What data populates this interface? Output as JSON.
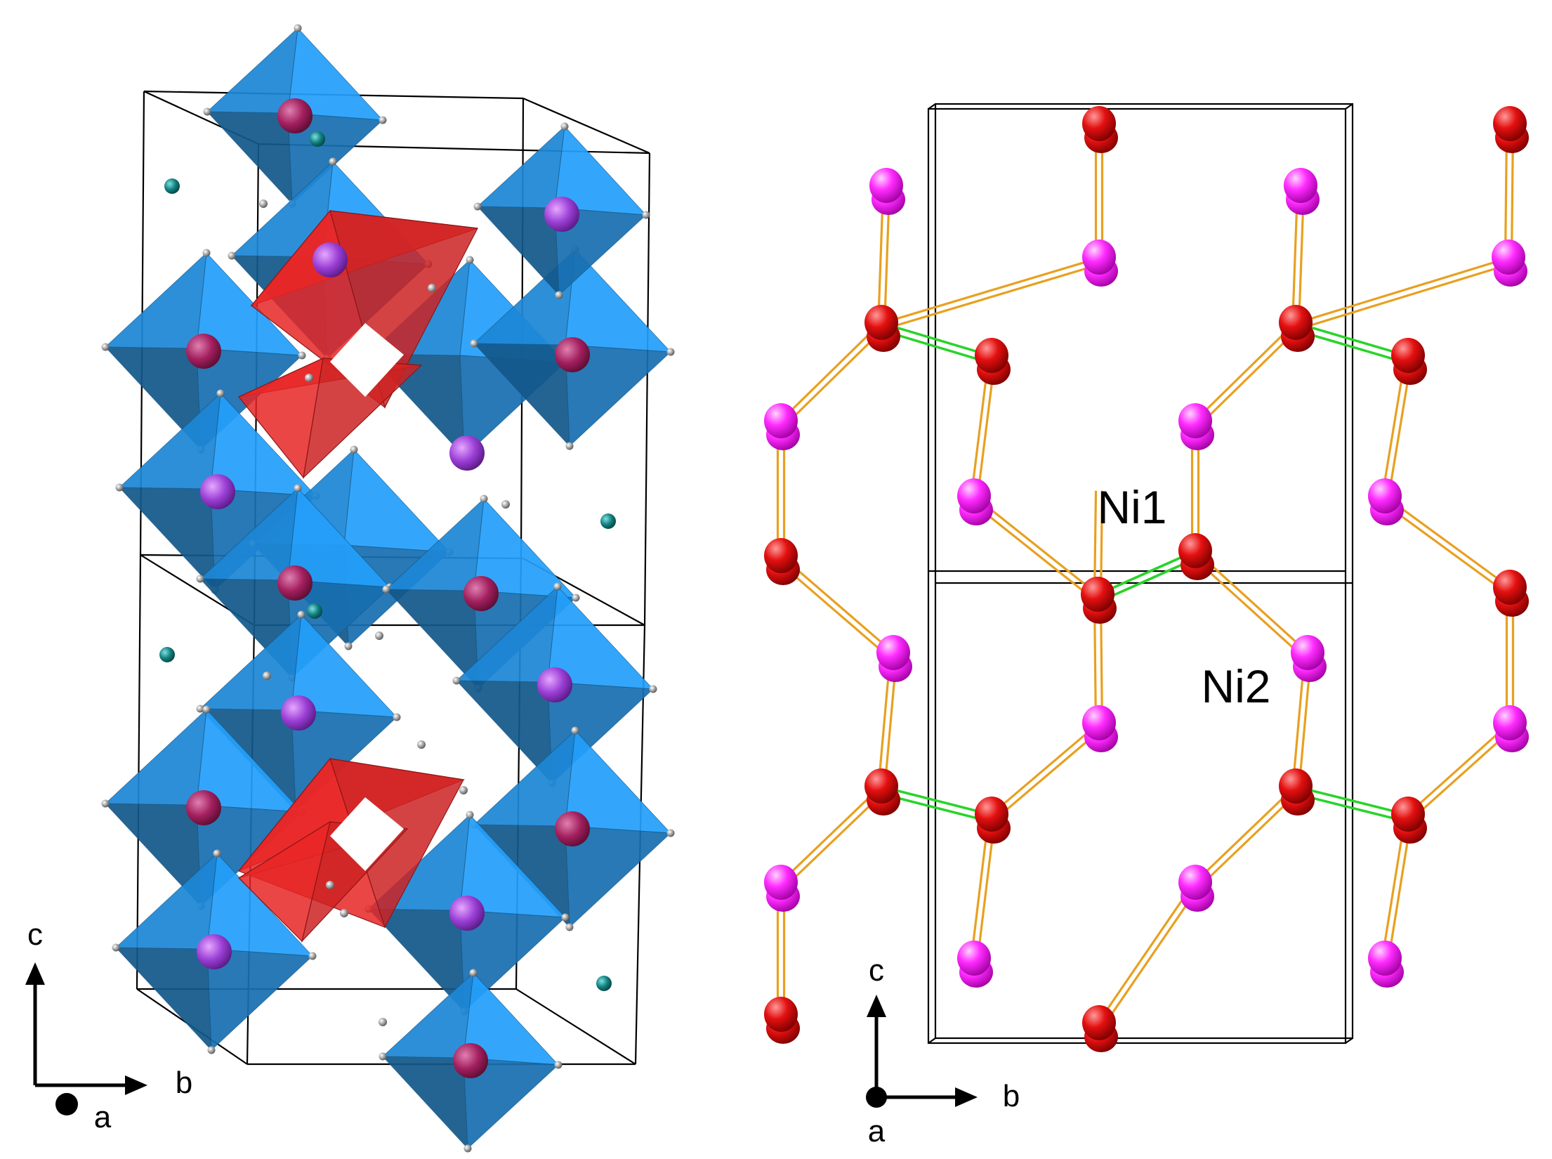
{
  "left_panel": {
    "axes": {
      "vertical": "c",
      "horizontal": "b",
      "out_of_plane": "a"
    }
  },
  "right_panel": {
    "axes": {
      "vertical": "c",
      "horizontal": "b",
      "out_of_plane": "a"
    },
    "site_labels": {
      "site_1": "Ni1",
      "site_2": "Ni2"
    }
  },
  "colors": {
    "octahedra": "#1f8ee0",
    "tetrahedra": "#ff2a2a",
    "octahedral_cation": "#9b3fd6",
    "teal_atom": "#127f7f",
    "anion": "#8c8c8c",
    "ni_atom": "#e41010",
    "pink_atom": "#ff2bff",
    "long_bond": "#e8a020",
    "short_bond": "#28d428"
  }
}
